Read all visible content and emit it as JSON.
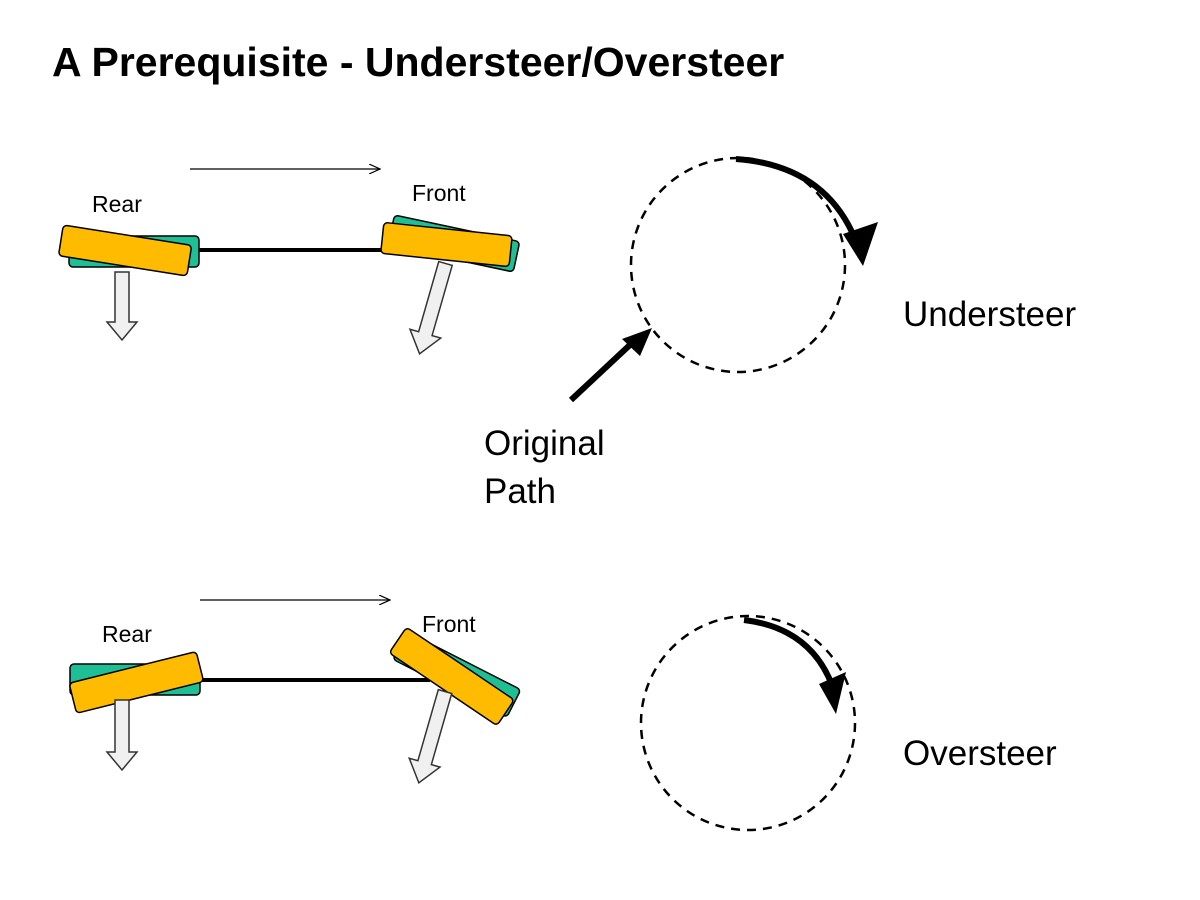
{
  "title": "A Prerequisite - Understeer/Oversteer",
  "understeer": {
    "rear_label": "Rear",
    "front_label": "Front",
    "caption": "Understeer"
  },
  "oversteer": {
    "rear_label": "Rear",
    "front_label": "Front",
    "caption": "Oversteer"
  },
  "original_path": {
    "line1": "Original",
    "line2": "Path"
  },
  "colors": {
    "tire_green": "#1fbf96",
    "tire_orange": "#ffbb00"
  }
}
